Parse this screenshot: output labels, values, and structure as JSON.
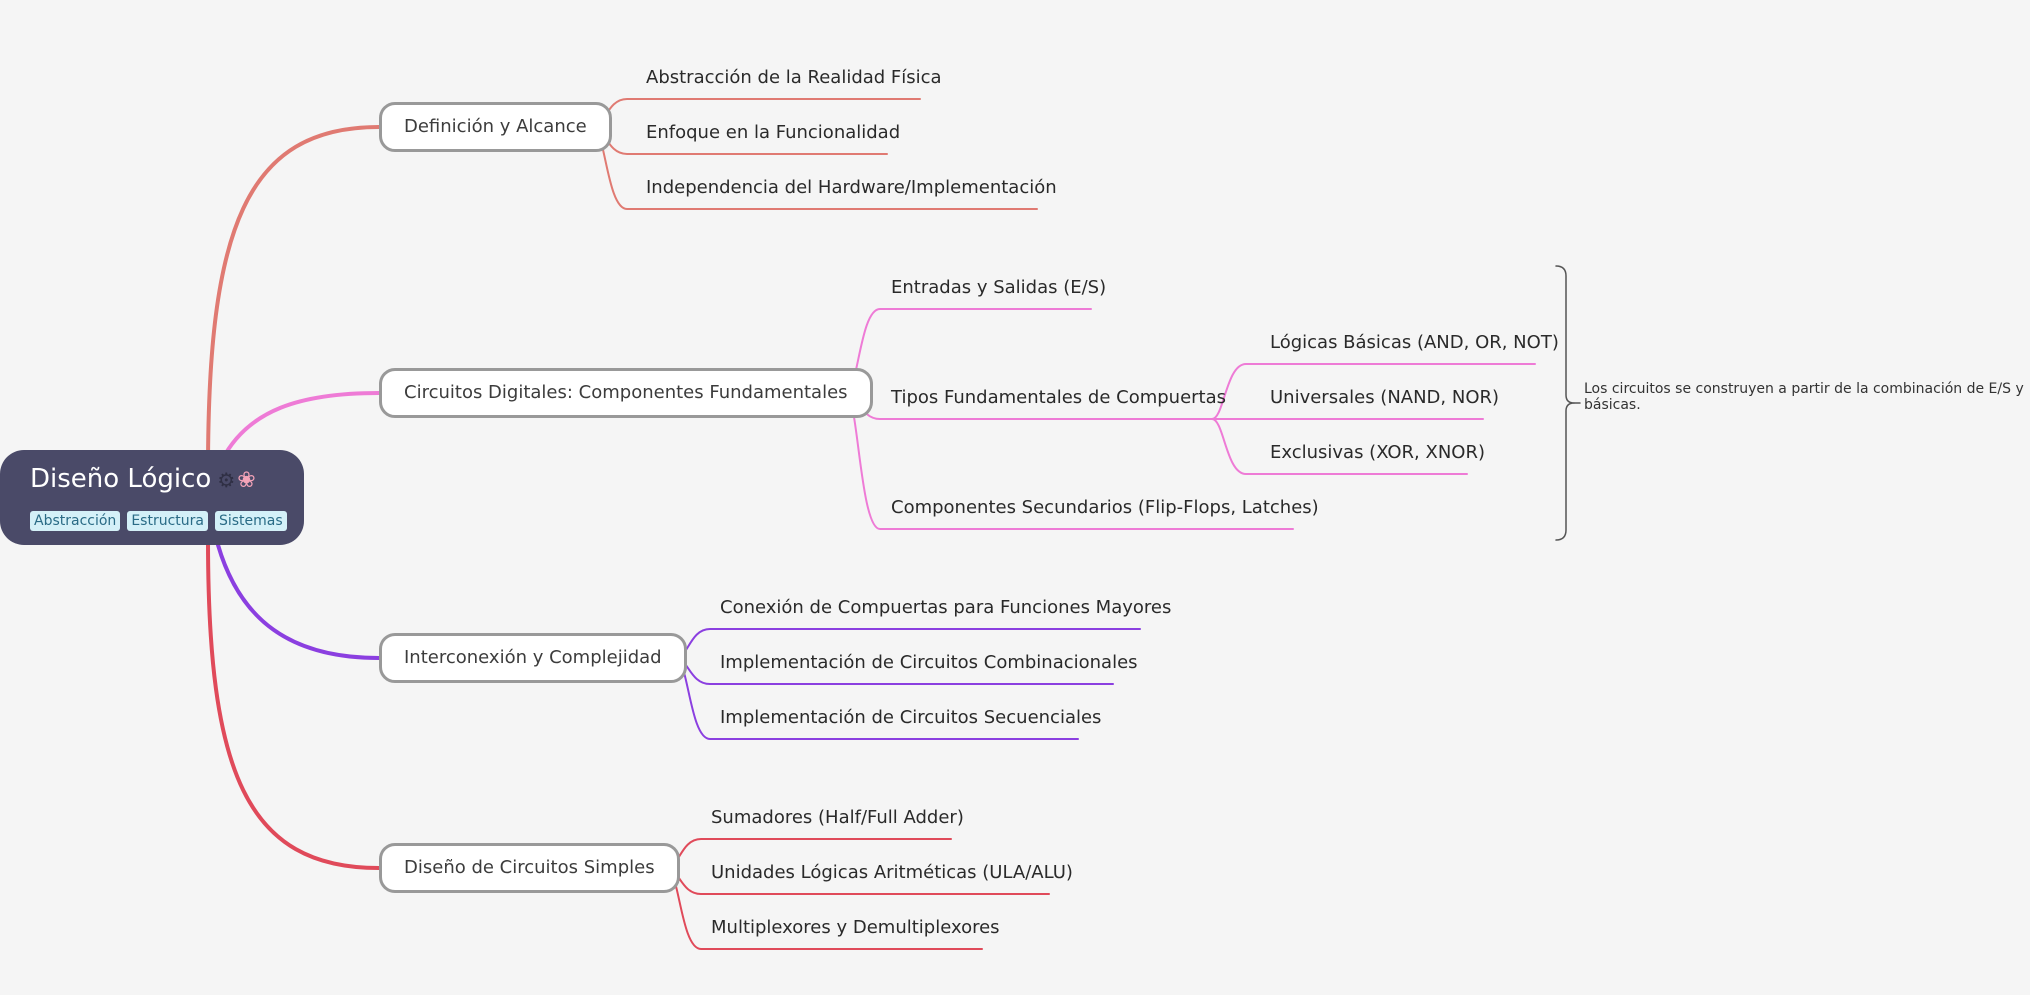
{
  "map": {
    "root": {
      "title": "Diseño Lógico",
      "icons": [
        "gear-icon",
        "brain-icon"
      ],
      "tags": [
        "Abstracción",
        "Estructura",
        "Sistemas"
      ]
    },
    "branches": [
      {
        "label": "Definición y Alcance",
        "color": "#e07a72",
        "children": [
          {
            "label": "Abstracción de la Realidad Física"
          },
          {
            "label": "Enfoque en la Funcionalidad"
          },
          {
            "label": "Independencia del Hardware/Implementación"
          }
        ]
      },
      {
        "label": "Circuitos Digitales: Componentes Fundamentales",
        "color": "#ee7bd6",
        "children": [
          {
            "label": "Entradas y Salidas (E/S)"
          },
          {
            "label": "Tipos Fundamentales de Compuertas",
            "children": [
              {
                "label": "Lógicas Básicas (AND, OR, NOT)"
              },
              {
                "label": "Universales (NAND, NOR)"
              },
              {
                "label": "Exclusivas (XOR, XNOR)"
              }
            ]
          },
          {
            "label": "Componentes Secundarios (Flip-Flops, Latches)"
          }
        ],
        "summary": "Los circuitos se construyen a partir de la combinación de E/S y\nbásicas."
      },
      {
        "label": "Interconexión y Complejidad",
        "color": "#8b3fe0",
        "children": [
          {
            "label": "Conexión de Compuertas para Funciones Mayores"
          },
          {
            "label": "Implementación de Circuitos Combinacionales"
          },
          {
            "label": "Implementación de Circuitos Secuenciales"
          }
        ]
      },
      {
        "label": "Diseño de Circuitos Simples",
        "color": "#e04a5a",
        "children": [
          {
            "label": "Sumadores (Half/Full Adder)"
          },
          {
            "label": "Unidades Lógicas Aritméticas (ULA/ALU)"
          },
          {
            "label": "Multiplexores y Demultiplexores"
          }
        ]
      }
    ],
    "summary_bracket_color": "#555555"
  }
}
